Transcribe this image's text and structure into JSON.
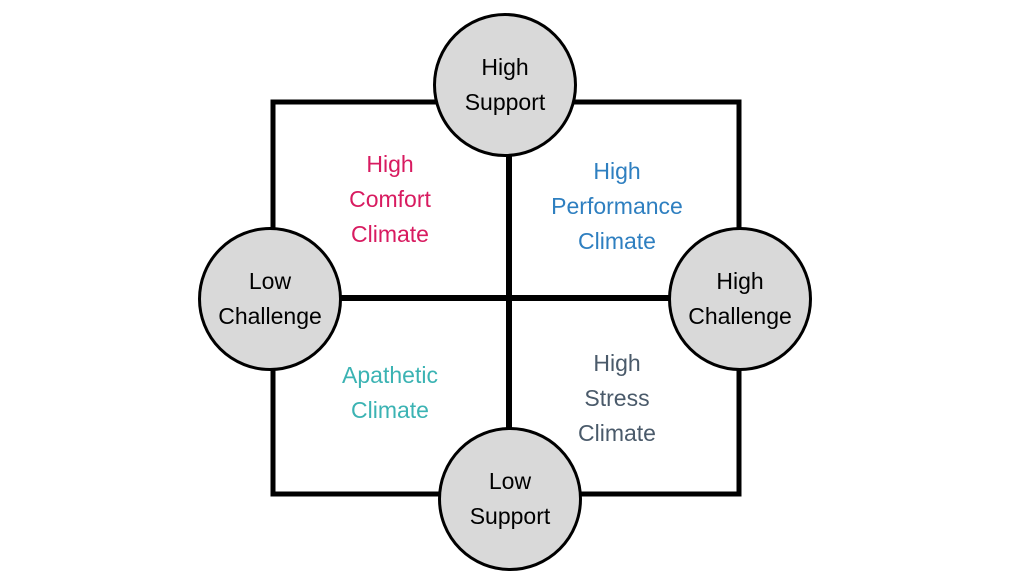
{
  "circles": {
    "top": {
      "lines": [
        "High",
        "Support"
      ]
    },
    "bottom": {
      "lines": [
        "Low",
        "Support"
      ]
    },
    "left": {
      "lines": [
        "Low",
        "Challenge"
      ]
    },
    "right": {
      "lines": [
        "High",
        "Challenge"
      ]
    }
  },
  "quadrants": {
    "top_left": {
      "lines": [
        "High",
        "Comfort",
        "Climate"
      ],
      "color": "#d81b60"
    },
    "top_right": {
      "lines": [
        "High",
        "Performance",
        "Climate"
      ],
      "color": "#2e7fc0"
    },
    "bottom_left": {
      "lines": [
        "Apathetic",
        "Climate"
      ],
      "color": "#3bb3b3"
    },
    "bottom_right": {
      "lines": [
        "High",
        "Stress",
        "Climate"
      ],
      "color": "#4a5a6a"
    }
  },
  "colors": {
    "circle_fill": "#d9d9d9",
    "stroke": "#000000",
    "background": "#ffffff"
  }
}
